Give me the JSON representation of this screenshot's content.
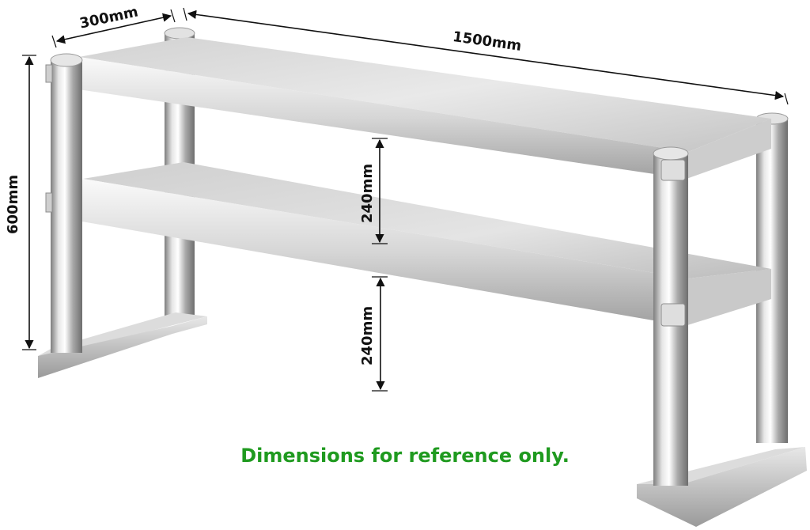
{
  "dimensions": {
    "depth": "300mm",
    "length": "1500mm",
    "height": "600mm",
    "gap_upper": "240mm",
    "gap_lower": "240mm"
  },
  "note": "Dimensions for reference only.",
  "colors": {
    "note": "#1f9a1f",
    "dimension_line": "#111111",
    "steel_light": "#f4f4f4",
    "steel_mid": "#c8c8c8",
    "steel_dark": "#8c8c8c"
  }
}
